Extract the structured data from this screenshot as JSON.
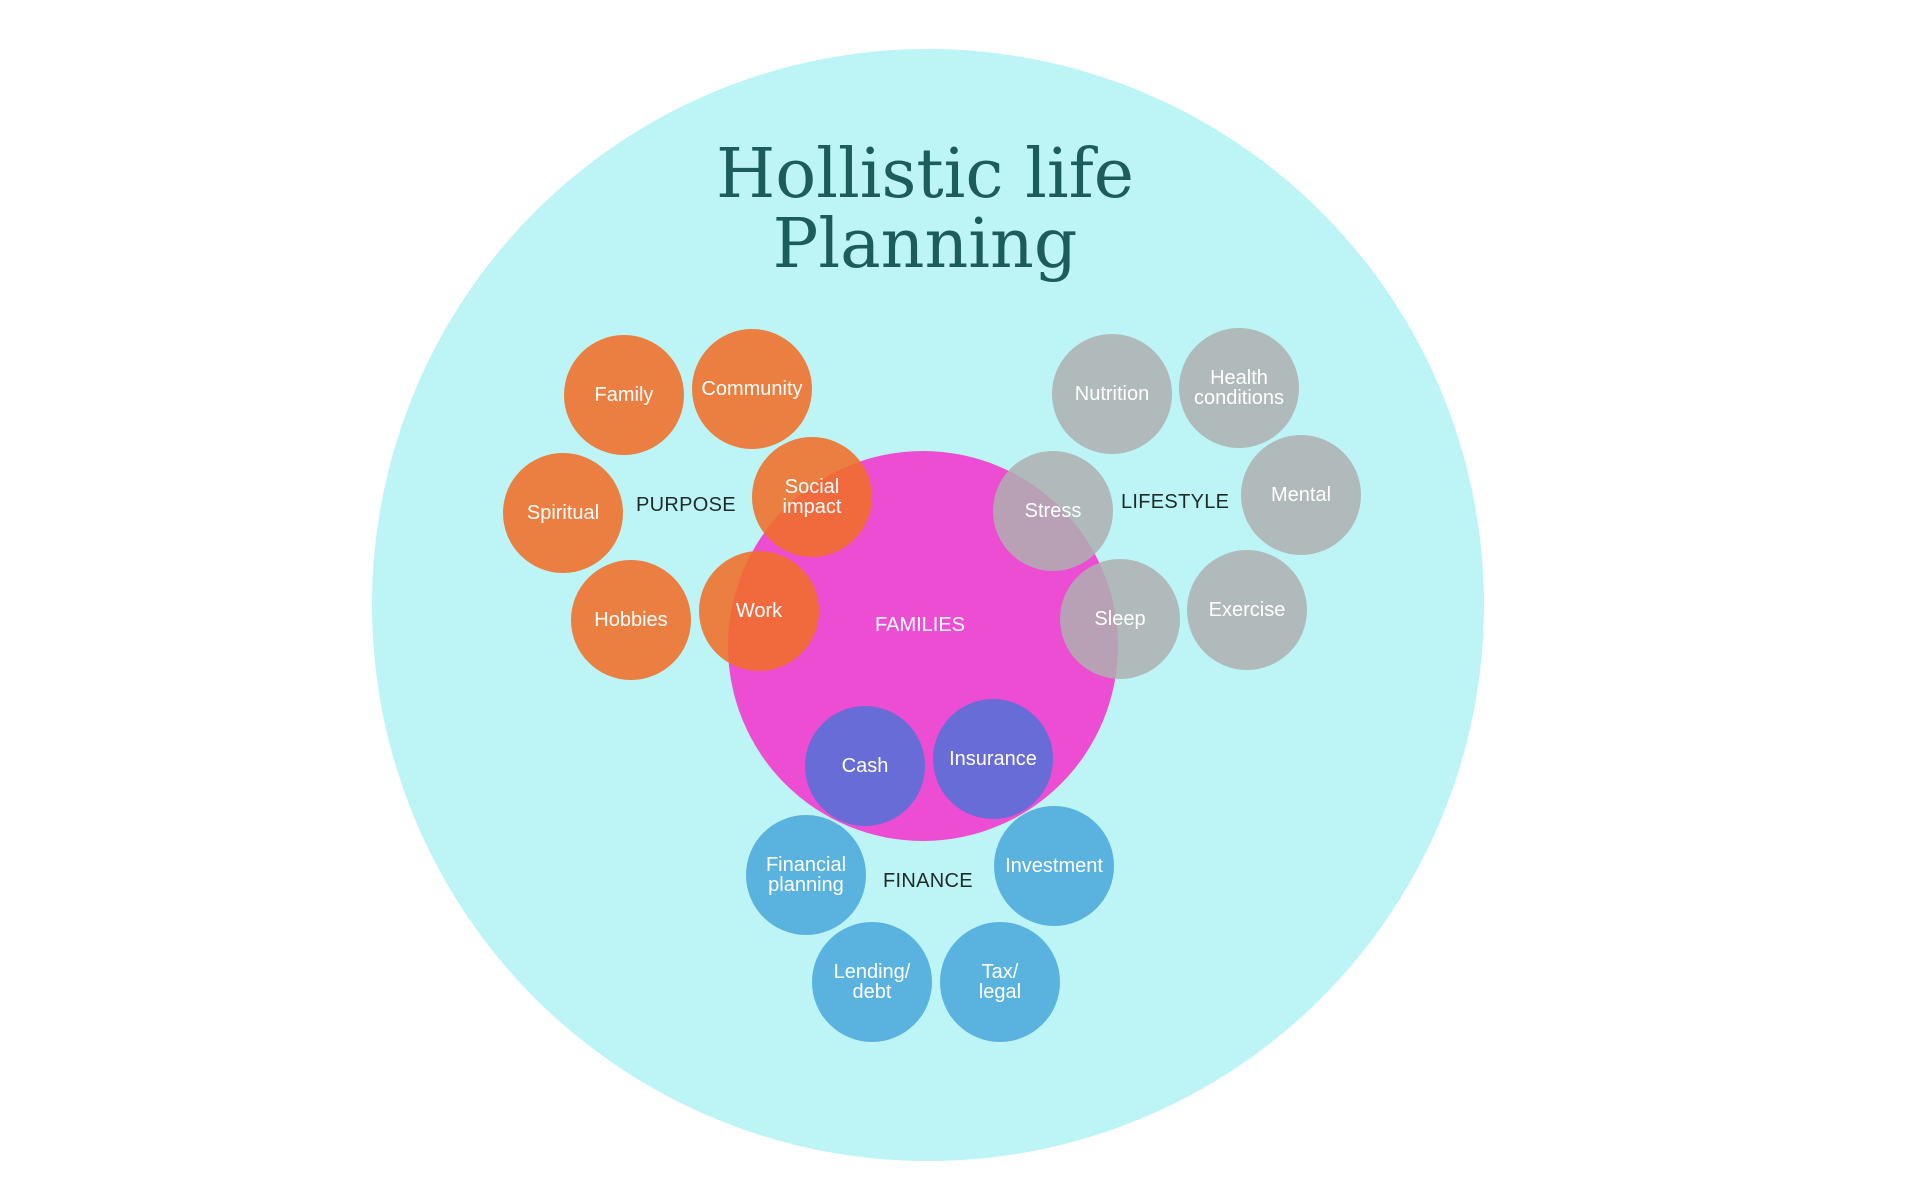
{
  "title": {
    "line1": "Hollistic life",
    "line2": "Planning"
  },
  "center": {
    "label": "FAMILIES"
  },
  "groups": {
    "purpose": {
      "label": "PURPOSE",
      "items": [
        "Family",
        "Community",
        "Spiritual",
        "Social\nimpact",
        "Hobbies",
        "Work"
      ]
    },
    "lifestyle": {
      "label": "LIFESTYLE",
      "items": [
        "Nutrition",
        "Health\nconditions",
        "Stress",
        "Mental",
        "Sleep",
        "Exercise"
      ]
    },
    "finance": {
      "label": "FINANCE",
      "items": [
        "Cash",
        "Insurance",
        "Financial\nplanning",
        "Investment",
        "Lending/\ndebt",
        "Tax/\nlegal"
      ]
    }
  },
  "colors": {
    "background_circle": "#bdf4f6",
    "title": "#1d5c5c",
    "center": "#ec4dd3",
    "purpose": "#f06e28",
    "lifestyle": "#afafaf",
    "finance": "#4caadc",
    "finance_inner": "#606ed6"
  }
}
